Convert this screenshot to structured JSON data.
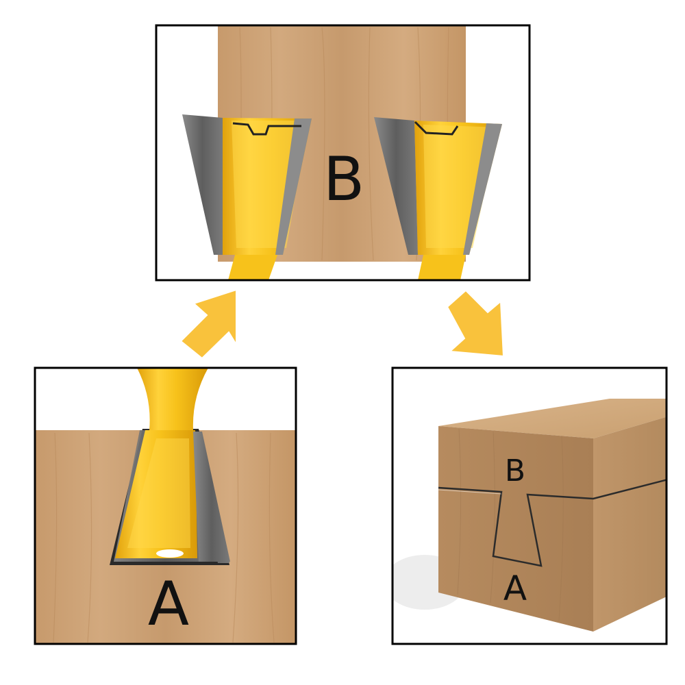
{
  "panels": {
    "top": {
      "label": "B"
    },
    "bottom_left": {
      "label": "A"
    },
    "bottom_right": {
      "label_top": "B",
      "label_bottom": "A"
    }
  },
  "icons": {
    "arrow_up": "arrow-up-right-icon",
    "arrow_down": "arrow-down-right-icon"
  },
  "colors": {
    "bit_yellow": "#F7C21B",
    "arrow_yellow": "#F9C23C",
    "carbide_gray": "#6E6E6E",
    "wood": "#C99F73",
    "frame": "#000000"
  }
}
